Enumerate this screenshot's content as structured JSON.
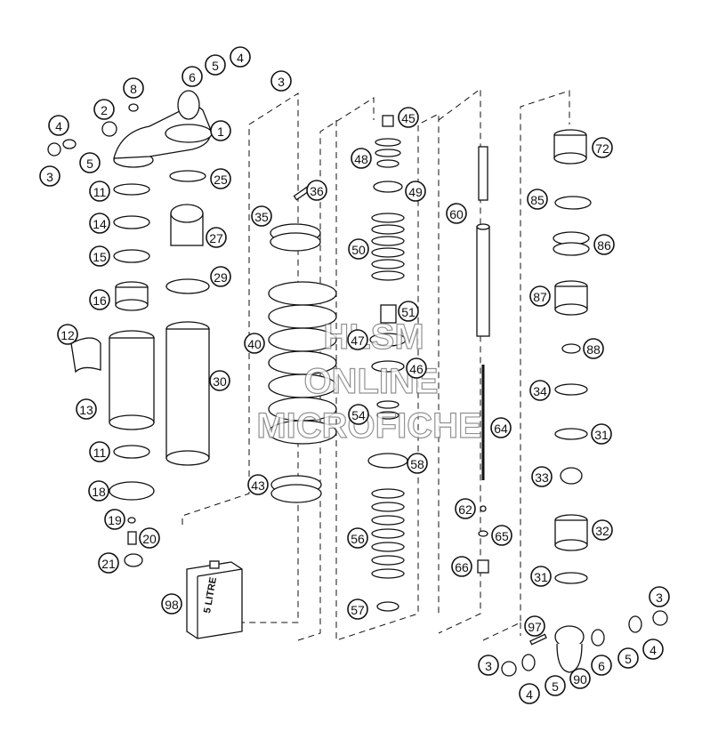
{
  "watermark": {
    "line1": "HLSM",
    "line2": "ONLINE",
    "line3": "MICROFICHE"
  },
  "oil_can_label": "5 LITRE",
  "callouts": [
    {
      "id": "1"
    },
    {
      "id": "2"
    },
    {
      "id": "3"
    },
    {
      "id": "3"
    },
    {
      "id": "3"
    },
    {
      "id": "3"
    },
    {
      "id": "4"
    },
    {
      "id": "4"
    },
    {
      "id": "4"
    },
    {
      "id": "4"
    },
    {
      "id": "5"
    },
    {
      "id": "5"
    },
    {
      "id": "5"
    },
    {
      "id": "5"
    },
    {
      "id": "6"
    },
    {
      "id": "6"
    },
    {
      "id": "8"
    },
    {
      "id": "11"
    },
    {
      "id": "11"
    },
    {
      "id": "12"
    },
    {
      "id": "13"
    },
    {
      "id": "14"
    },
    {
      "id": "15"
    },
    {
      "id": "16"
    },
    {
      "id": "18"
    },
    {
      "id": "19"
    },
    {
      "id": "20"
    },
    {
      "id": "21"
    },
    {
      "id": "25"
    },
    {
      "id": "27"
    },
    {
      "id": "29"
    },
    {
      "id": "30"
    },
    {
      "id": "31"
    },
    {
      "id": "31"
    },
    {
      "id": "32"
    },
    {
      "id": "33"
    },
    {
      "id": "34"
    },
    {
      "id": "35"
    },
    {
      "id": "36"
    },
    {
      "id": "40"
    },
    {
      "id": "43"
    },
    {
      "id": "45"
    },
    {
      "id": "46"
    },
    {
      "id": "47"
    },
    {
      "id": "48"
    },
    {
      "id": "49"
    },
    {
      "id": "50"
    },
    {
      "id": "51"
    },
    {
      "id": "54"
    },
    {
      "id": "56"
    },
    {
      "id": "57"
    },
    {
      "id": "58"
    },
    {
      "id": "60"
    },
    {
      "id": "62"
    },
    {
      "id": "64"
    },
    {
      "id": "65"
    },
    {
      "id": "66"
    },
    {
      "id": "72"
    },
    {
      "id": "85"
    },
    {
      "id": "86"
    },
    {
      "id": "87"
    },
    {
      "id": "88"
    },
    {
      "id": "90"
    },
    {
      "id": "97"
    },
    {
      "id": "98"
    }
  ]
}
